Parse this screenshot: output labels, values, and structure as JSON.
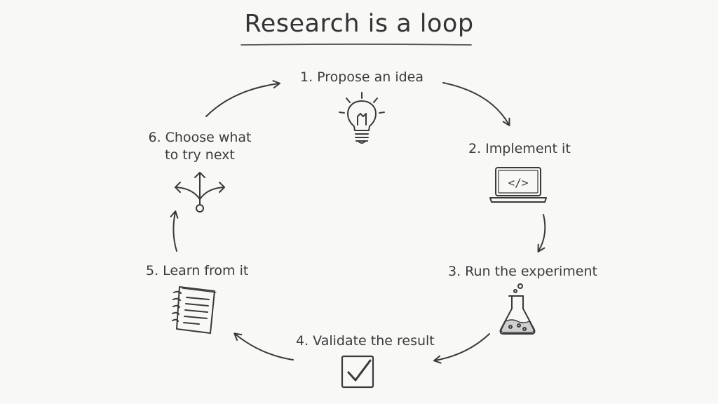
{
  "title": "Research is a loop",
  "steps": [
    {
      "label": "1. Propose an idea",
      "icon": "lightbulb-icon"
    },
    {
      "label": "2. Implement it",
      "icon": "laptop-code-icon"
    },
    {
      "label": "3. Run the experiment",
      "icon": "flask-icon"
    },
    {
      "label": "4. Validate the result",
      "icon": "checkbox-icon"
    },
    {
      "label": "5. Learn from it",
      "icon": "notebook-icon"
    },
    {
      "label_line1": "6. Choose what",
      "label_line2": "to try next",
      "icon": "branching-arrows-icon"
    }
  ],
  "laptop_code_glyph": "</>",
  "colors": {
    "background": "#f8f8f7",
    "ink": "#3a3a3a",
    "flask_liquid": "#cfcfcf"
  }
}
